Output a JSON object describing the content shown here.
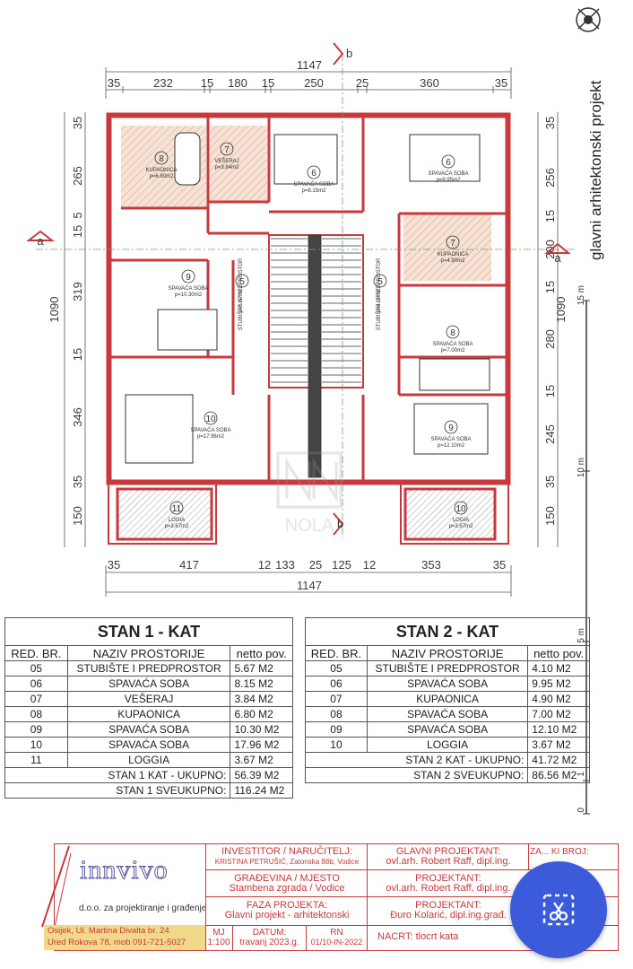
{
  "side_title": "glavni arhitektonski projekt",
  "scale": {
    "labels": [
      "15 m",
      "10 m",
      "5 m",
      "1",
      "0"
    ]
  },
  "dimensions": {
    "top_total": "1147",
    "top_segments": [
      "35",
      "232",
      "15",
      "180",
      "15",
      "250",
      "25",
      "360",
      "35"
    ],
    "bottom_total": "1147",
    "bottom_segments": [
      "35",
      "417",
      "12",
      "133",
      "25",
      "125",
      "12",
      "353",
      "35"
    ],
    "left_total": "1090",
    "left_segments": [
      "35",
      "265",
      "5",
      "15",
      "319",
      "15",
      "346",
      "35",
      "150"
    ],
    "right_total": "1090",
    "right_segments": [
      "35",
      "256",
      "15",
      "200",
      "15",
      "280",
      "15",
      "245",
      "35",
      "150"
    ]
  },
  "section_marks": {
    "a": "a",
    "b": "b"
  },
  "rooms": [
    {
      "num": "8",
      "name": "KUPAONICA",
      "area": "p=6.80m2"
    },
    {
      "num": "7",
      "name": "VEŠERAJ",
      "area": "p=3.84m2"
    },
    {
      "num": "6",
      "name": "SPAVAĆA SOBA",
      "area": "p=8.15m2"
    },
    {
      "num": "6",
      "name": "SPAVAĆA SOBA",
      "area": "p=9.95m2"
    },
    {
      "num": "9",
      "name": "SPAVAĆA SOBA",
      "area": "p=10.30m2"
    },
    {
      "num": "5",
      "name": "STUBIŠTE I PREDPROSTOR",
      "area": "p=5.67m2"
    },
    {
      "num": "5",
      "name": "STUBIŠTE I PREDPROSTOR",
      "area": "p=4.10m2"
    },
    {
      "num": "7",
      "name": "KUPAONICA",
      "area": "p=4.90m2"
    },
    {
      "num": "8",
      "name": "SPAVAĆA SOBA",
      "area": "p=7.00m2"
    },
    {
      "num": "10",
      "name": "SPAVAĆA SOBA",
      "area": "p=17.96m2"
    },
    {
      "num": "9",
      "name": "SPAVAĆA SOBA",
      "area": "p=12.10m2"
    },
    {
      "num": "11",
      "name": "LOGIA",
      "area": "p=3.67m2"
    },
    {
      "num": "10",
      "name": "LOGIA",
      "area": "p=3.67m2"
    }
  ],
  "stan1": {
    "title": "STAN 1 - KAT",
    "headers": [
      "RED. BR.",
      "NAZIV PROSTORIJE",
      "netto pov."
    ],
    "rows": [
      [
        "05",
        "STUBIŠTE I PREDPROSTOR",
        "5.67 M2"
      ],
      [
        "06",
        "SPAVAĆA SOBA",
        "8.15 M2"
      ],
      [
        "07",
        "VEŠERAJ",
        "3.84 M2"
      ],
      [
        "08",
        "KUPAONICA",
        "6.80 M2"
      ],
      [
        "09",
        "SPAVAĆA SOBA",
        "10.30 M2"
      ],
      [
        "10",
        "SPAVAĆA SOBA",
        "17.96 M2"
      ],
      [
        "11",
        "LOGGIA",
        "3.67 M2"
      ]
    ],
    "total_label": "STAN 1 KAT - UKUPNO:",
    "total_value": "56.39 M2",
    "grand_label": "STAN 1 SVEUKUPNO:",
    "grand_value": "116.24 M2"
  },
  "stan2": {
    "title": "STAN 2 - KAT",
    "headers": [
      "RED. BR.",
      "NAZIV PROSTORIJE",
      "netto pov."
    ],
    "rows": [
      [
        "05",
        "STUBIŠTE I PREDPROSTOR",
        "4.10 M2"
      ],
      [
        "06",
        "SPAVAĆA SOBA",
        "9.95 M2"
      ],
      [
        "07",
        "KUPAONICA",
        "4.90 M2"
      ],
      [
        "08",
        "SPAVAĆA SOBA",
        "7.00 M2"
      ],
      [
        "09",
        "SPAVAĆA SOBA",
        "12.10 M2"
      ],
      [
        "10",
        "LOGGIA",
        "3.67 M2"
      ]
    ],
    "total_label": "STAN 2 KAT - UKUPNO:",
    "total_value": "41.72 M2",
    "grand_label": "STAN 2 SVEUKUPNO:",
    "grand_value": "86.56 M2"
  },
  "title_block": {
    "company": "innvivo",
    "company_sub": "d.o.o. za projektiranje i građenje",
    "address1": "Osijek, Ul. Martina Divalta br. 24",
    "address2": "Ured Rokova 78, mob 091-721-5027",
    "investitor_label": "INVESTITOR / NARUČITELJ:",
    "investitor_value": "KRISTINA PETRUŠIĆ, Zatonska 88b, Vodice",
    "gradevina_label": "GRAĐEVINA / MJESTO",
    "gradevina_value": "Stambena zgrada / Vodice",
    "faza_label": "FAZA PROJEKTA:",
    "faza_value": "Glavni projekt - arhitektonski",
    "mj_label": "MJ",
    "mj_value": "1:100",
    "datum_label": "DATUM:",
    "datum_value": "travanj 2023.g.",
    "rn_label": "RN",
    "rn_value": "01/10-IN-2022",
    "glavni_label": "GLAVNI PROJEKTANT:",
    "glavni_value": "ovl.arh. Robert Raff, dipl.ing.",
    "projektant1_label": "PROJEKTANT:",
    "projektant1_value": "ovl.arh. Robert Raff, dipl.ing.",
    "projektant2_label": "PROJEKTANT:",
    "projektant2_value": "Đuro Kolarić, dipl.ing.građ.",
    "nacrt_label": "NACRT:",
    "nacrt_value": "tlocrt kata",
    "broj_label": "ZA... KI BROJ:"
  },
  "watermark_text": "NOLA",
  "colors": {
    "wall": "#c8393d",
    "hatch": "#e7b8a0",
    "accent": "#3b5bdb",
    "dim": "#3a3a3a"
  }
}
